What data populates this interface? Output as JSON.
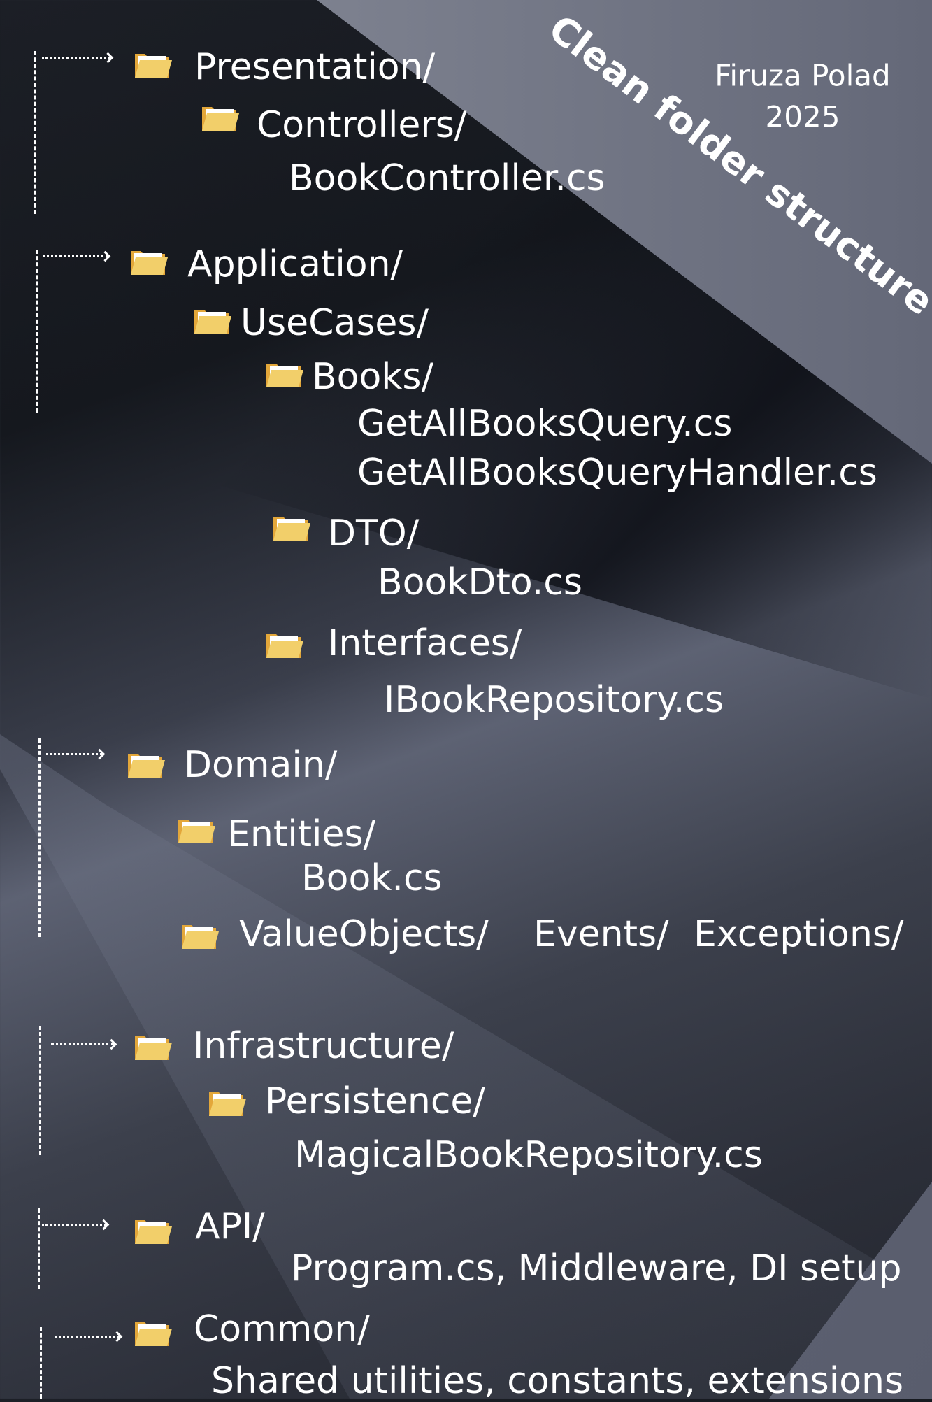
{
  "title": "Clean folder structure",
  "author": "Firuza Polad",
  "year": "2025",
  "colors": {
    "folder": "#f2cf6a",
    "folder_back": "#e3a73a",
    "text": "#ffffff"
  },
  "tree": {
    "presentation": "Presentation/",
    "controllers": "Controllers/",
    "book_controller": "BookController.cs",
    "application": "Application/",
    "use_cases": "UseCases/",
    "books": "Books/",
    "get_all_books_query": "GetAllBooksQuery.cs",
    "get_all_books_query_handler": "GetAllBooksQueryHandler.cs",
    "dto": "DTO/",
    "book_dto": "BookDto.cs",
    "interfaces": "Interfaces/",
    "ibook_repository": "IBookRepository.cs",
    "domain": "Domain/",
    "entities": "Entities/",
    "book": "Book.cs",
    "value_objects": "ValueObjects/",
    "events": "Events/",
    "exceptions": "Exceptions/",
    "infrastructure": "Infrastructure/",
    "persistence": "Persistence/",
    "magical_book_repository": "MagicalBookRepository.cs",
    "api": "API/",
    "api_desc": "Program.cs, Middleware, DI setup",
    "common": "Common/",
    "common_desc": "Shared utilities, constants, extensions"
  }
}
